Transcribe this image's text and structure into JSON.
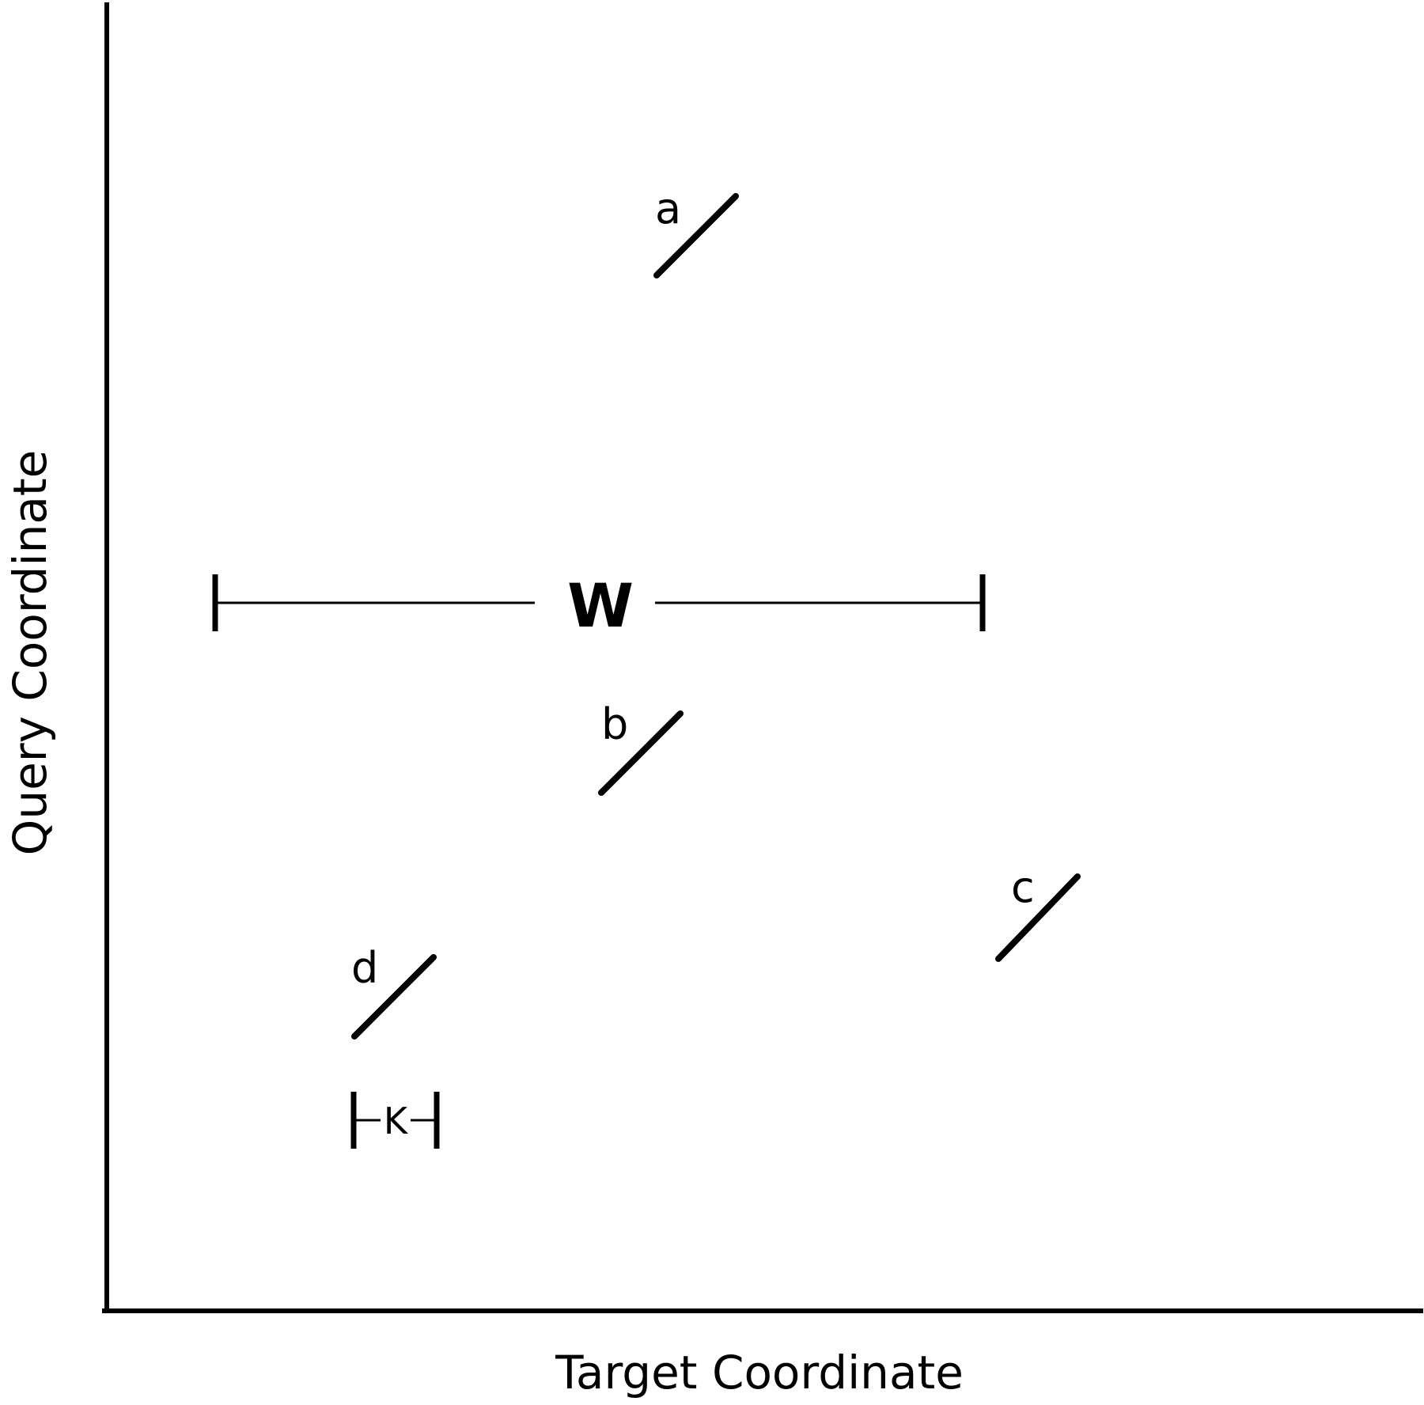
{
  "axes": {
    "x_label": "Target Coordinate",
    "y_label": "Query Coordinate"
  },
  "segments": [
    {
      "id": "a",
      "label": "a"
    },
    {
      "id": "b",
      "label": "b"
    },
    {
      "id": "c",
      "label": "c"
    },
    {
      "id": "d",
      "label": "d"
    }
  ],
  "window": {
    "label": "W"
  },
  "kmer": {
    "label": "K"
  }
}
